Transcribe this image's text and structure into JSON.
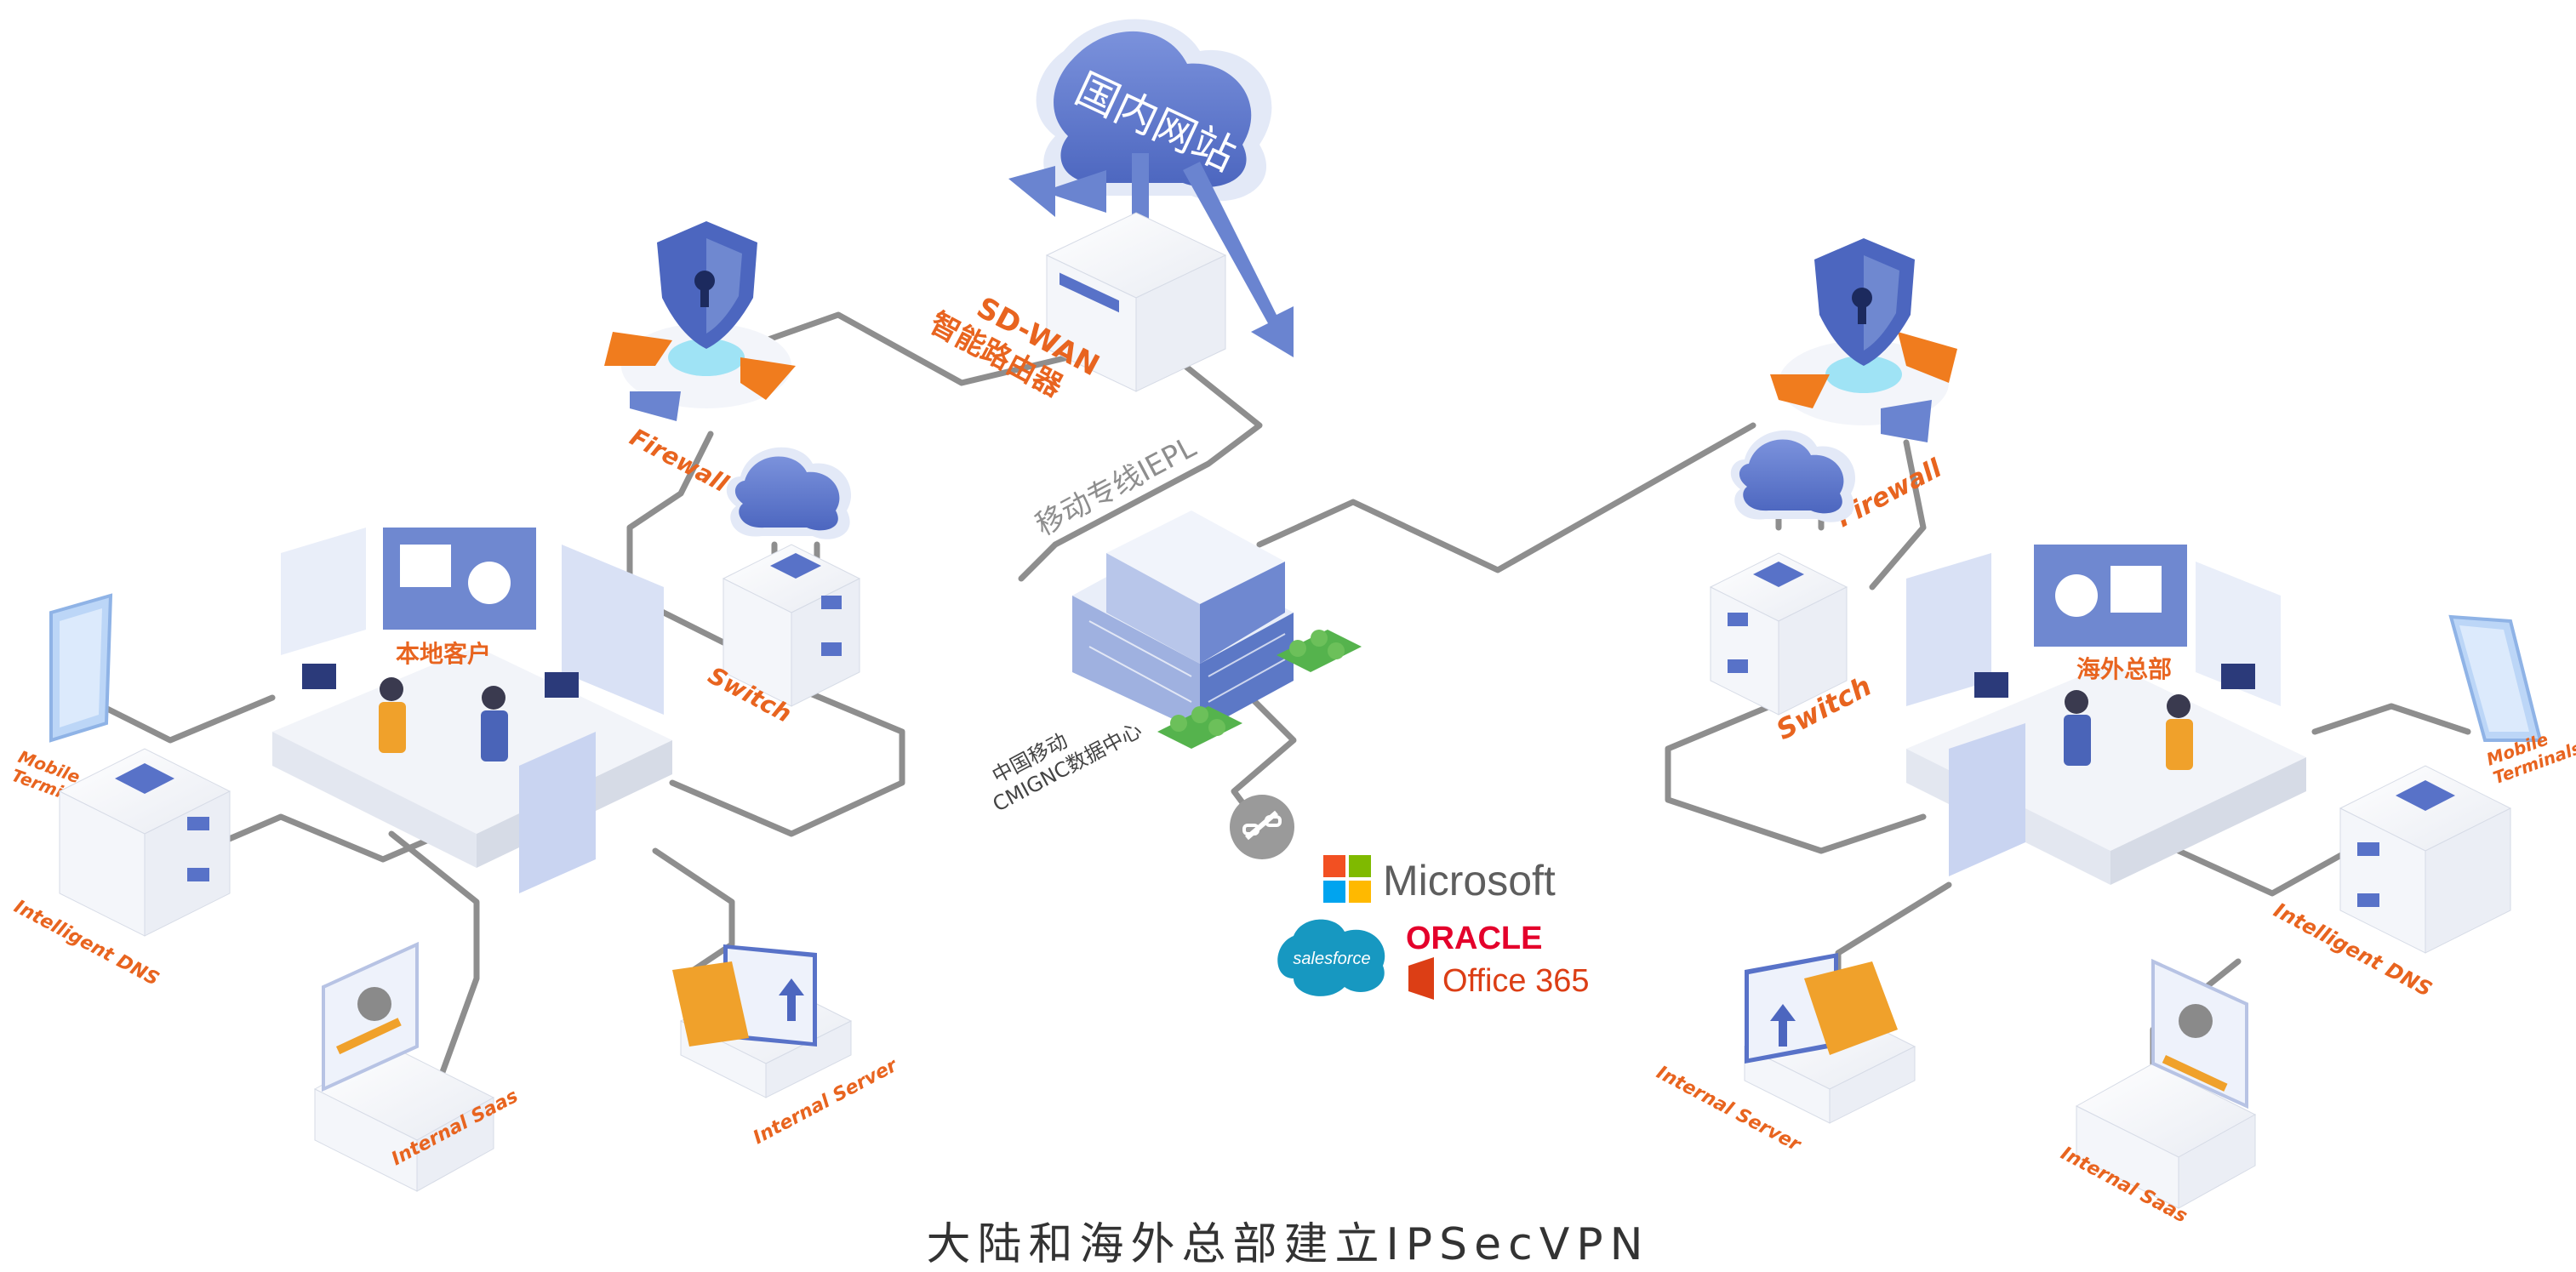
{
  "cloud_label": "国内网站",
  "sdwan": {
    "line1": "SD-WAN",
    "line2": "智能路由器"
  },
  "iepl_label": "移动专线IEPL",
  "datacenter": {
    "line1": "中国移动",
    "line2": "CMIGNC数据中心"
  },
  "left": {
    "firewall": "Firewall",
    "switch": "Switch",
    "office_label": "本地客户",
    "mobile": {
      "line1": "Mobile",
      "line2": "Terminals"
    },
    "dns": "Intelligent DNS",
    "saas": "Internal Saas",
    "server": "Internal Server"
  },
  "right": {
    "firewall": "Firewall",
    "switch": "Switch",
    "office_label": "海外总部",
    "mobile": {
      "line1": "Mobile",
      "line2": "Terminals"
    },
    "dns": "Intelligent DNS",
    "saas": "Internal Saas",
    "server": "Internal Server"
  },
  "brands": {
    "microsoft": "Microsoft",
    "salesforce": "salesforce",
    "oracle": "ORACLE",
    "office365": "Office 365"
  },
  "caption": "大陆和海外总部建立IPSecVPN",
  "colors": {
    "accent_orange": "#f07c1e",
    "blue": "#5872c8",
    "light_blue": "#aebde8",
    "line_gray": "#8e8e8e",
    "label_orange": "#e8641f"
  }
}
